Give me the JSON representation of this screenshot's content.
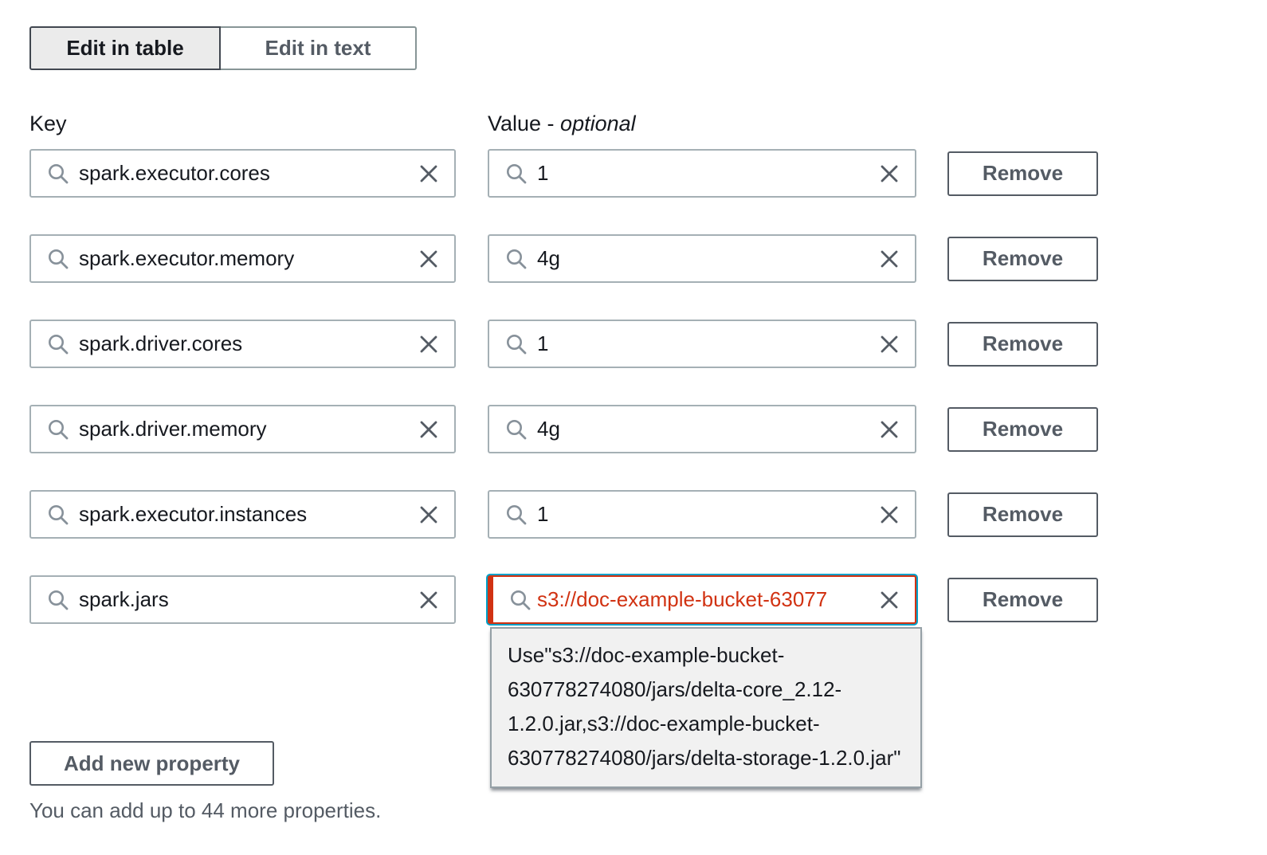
{
  "toggle": {
    "table_label": "Edit in table",
    "text_label": "Edit in text",
    "selected": "Edit in table"
  },
  "columns": {
    "key": "Key",
    "value_prefix": "Value - ",
    "value_optional": "optional"
  },
  "labels": {
    "remove": "Remove"
  },
  "rows": [
    {
      "key": "spark.executor.cores",
      "value": "1"
    },
    {
      "key": "spark.executor.memory",
      "value": "4g"
    },
    {
      "key": "spark.driver.cores",
      "value": "1"
    },
    {
      "key": "spark.driver.memory",
      "value": "4g"
    },
    {
      "key": "spark.executor.instances",
      "value": "1"
    },
    {
      "key": "spark.jars",
      "value": "s3://doc-example-bucket-63077",
      "invalid": true
    }
  ],
  "tooltip": {
    "text": "Use\"s3://doc-example-bucket-630778274080/jars/delta-core_2.12-1.2.0.jar,s3://doc-example-bucket-630778274080/jars/delta-storage-1.2.0.jar\""
  },
  "footer": {
    "add_button": "Add new property",
    "helper": "You can add up to 44 more properties."
  },
  "icons": {
    "search": "magnifying-glass",
    "clear": "x-cross"
  },
  "colors": {
    "error": "#d13212",
    "focus": "#00a1c9",
    "input_border": "#a5b0b5",
    "button": "#545b64",
    "text": "#16191f",
    "selected_bg": "#ebebeb",
    "tooltip_bg": "#f1f1f1",
    "tooltip_border": "#95a0a6"
  }
}
